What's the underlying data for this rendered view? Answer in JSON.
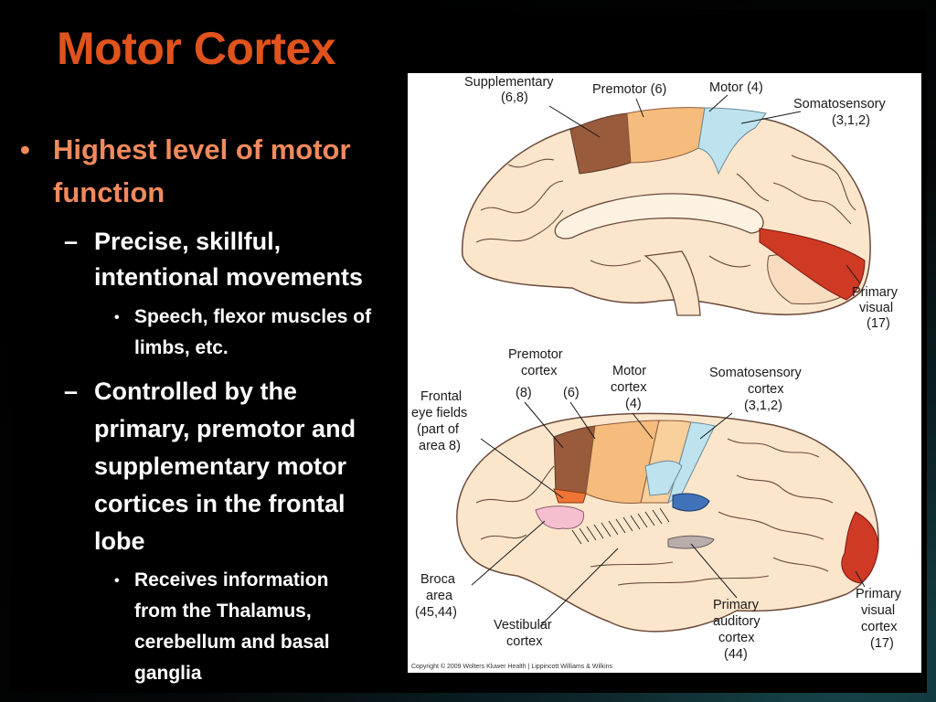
{
  "slide": {
    "title": "Motor Cortex",
    "bullets": {
      "level1": [
        "Highest level of motor",
        "function"
      ],
      "sub1": [
        "Precise, skillful,",
        "intentional movements"
      ],
      "sub1_detail": [
        "Speech, flexor muscles of",
        "limbs, etc."
      ],
      "sub2": [
        "Controlled by the",
        "primary, premotor and",
        "supplementary motor",
        "cortices in the frontal",
        "lobe"
      ],
      "sub2_detail": [
        "Receives information",
        "from the Thalamus,",
        "cerebellum and basal",
        "ganglia"
      ],
      "bullet_char": "•",
      "dash_char": "–"
    }
  },
  "figure": {
    "top_labels": {
      "supplementary": [
        "Supplementary",
        "(6,8)"
      ],
      "premotor": "Premotor (6)",
      "motor": "Motor (4)",
      "somatosensory": [
        "Somatosensory",
        "(3,1,2)"
      ],
      "primary_visual": [
        "Primary",
        "visual",
        "(17)"
      ]
    },
    "bottom_labels": {
      "premotor_cortex": [
        "Premotor",
        "cortex",
        "(8)",
        "(6)"
      ],
      "motor_cortex": [
        "Motor",
        "cortex",
        "(4)"
      ],
      "somatosensory_cortex": [
        "Somatosensory",
        "cortex",
        "(3,1,2)"
      ],
      "frontal_eye_fields": [
        "Frontal",
        "eye fields",
        "(part of",
        "area 8)"
      ],
      "broca": [
        "Broca",
        "area",
        "(45,44)"
      ],
      "vestibular": [
        "Vestibular",
        "cortex"
      ],
      "primary_auditory": [
        "Primary",
        "auditory",
        "cortex",
        "(44)"
      ],
      "primary_visual_cortex": [
        "Primary",
        "visual",
        "cortex",
        "(17)"
      ]
    },
    "copyright": "Copyright © 2009 Wolters Kluwer Health | Lippincott Williams & Wilkins",
    "colors": {
      "brain": "#fbe6cc",
      "supplementary": "#9a5a3c",
      "premotor": "#f6bc7e",
      "motor_light": "#f9cf9b",
      "somatosensory": "#bfe3ee",
      "visual": "#cf3a24",
      "frontal_eye": "#ee7436",
      "broca": "#f6bfcf",
      "auditory": "#3f72b8",
      "vestibular": "#b9adac"
    }
  }
}
